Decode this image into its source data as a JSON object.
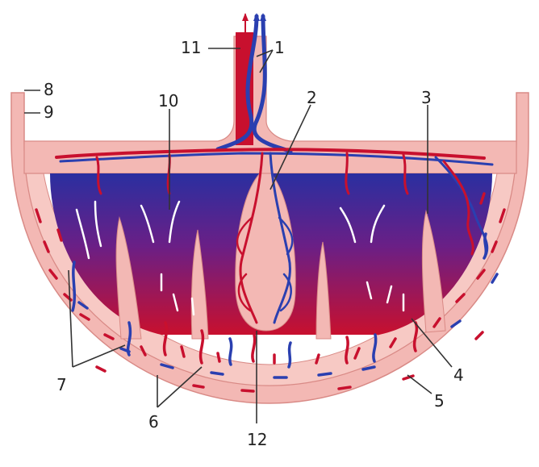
{
  "labels": {
    "l1": "1",
    "l2": "2",
    "l3": "3",
    "l4": "4",
    "l5": "5",
    "l6": "6",
    "l7": "7",
    "l8": "8",
    "l9": "9",
    "l10": "10",
    "l11": "11",
    "l12": "12"
  },
  "colors": {
    "tissue": "#f3b8b4",
    "tissue_light": "#f7c9c4",
    "maternal_red": "#c8102e",
    "fetal_blue": "#2a3fb0"
  }
}
